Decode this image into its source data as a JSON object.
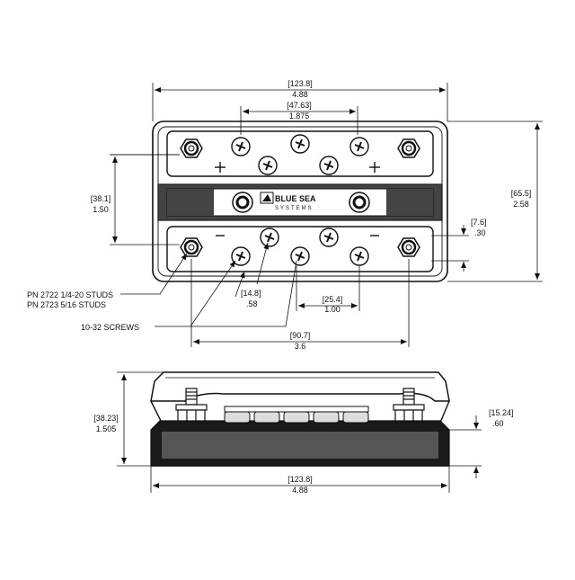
{
  "dimensions": {
    "overall_width_mm": "[123.8]",
    "overall_width_in": "4.88",
    "stud_spacing_mm": "[47.63]",
    "stud_spacing_in": "1.875",
    "row_spacing_mm": "[38.1]",
    "row_spacing_in": "1.50",
    "overall_height_mm": "[65.5]",
    "overall_height_in": "2.58",
    "hole_dia_mm": "[7.6]",
    "hole_dia_in": ".30",
    "screw_offset_mm": "[14.8]",
    "screw_offset_in": ".58",
    "screw_pitch_mm": "[25.4]",
    "screw_pitch_in": "1.00",
    "stud_center_mm": "[90.7]",
    "stud_center_in": "3.6",
    "side_height_mm": "[38.23]",
    "side_height_in": "1.505",
    "base_height_mm": "[15.24]",
    "base_height_in": ".60",
    "side_width_mm": "[123.8]",
    "side_width_in": "4.88"
  },
  "callouts": {
    "studs_line1": "PN 2722 1/4-20 STUDS",
    "studs_line2": "PN 2723 5/16 STUDS",
    "screws": "10-32 SCREWS"
  },
  "branding": {
    "logo_line1": "BLUE SEA",
    "logo_line2": "SYSTEMS"
  }
}
